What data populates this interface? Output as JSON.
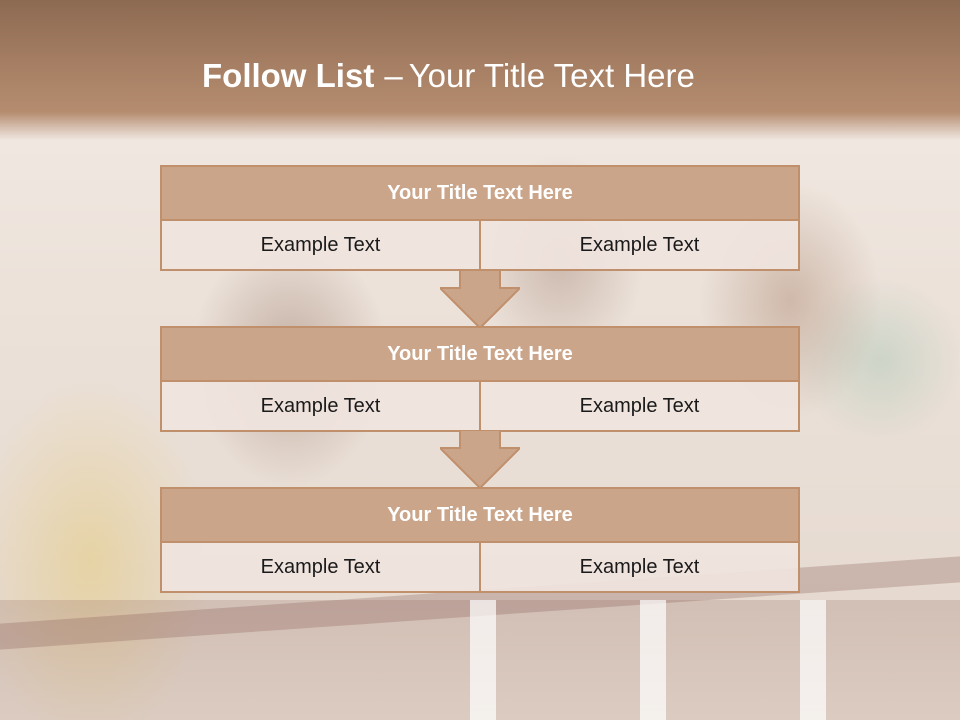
{
  "header": {
    "title_bold": "Follow List",
    "title_sep": "–",
    "title_rest": "Your Title Text Here"
  },
  "blocks": [
    {
      "title": "Your Title Text Here",
      "left": "Example Text",
      "right": "Example Text"
    },
    {
      "title": "Your Title Text Here",
      "left": "Example Text",
      "right": "Example Text"
    },
    {
      "title": "Your Title Text Here",
      "left": "Example Text",
      "right": "Example Text"
    }
  ],
  "colors": {
    "header_brown": "#a57e63",
    "block_head": "#caa58a",
    "block_border": "#c08f6c",
    "cell_bg": "#f0e4de"
  }
}
